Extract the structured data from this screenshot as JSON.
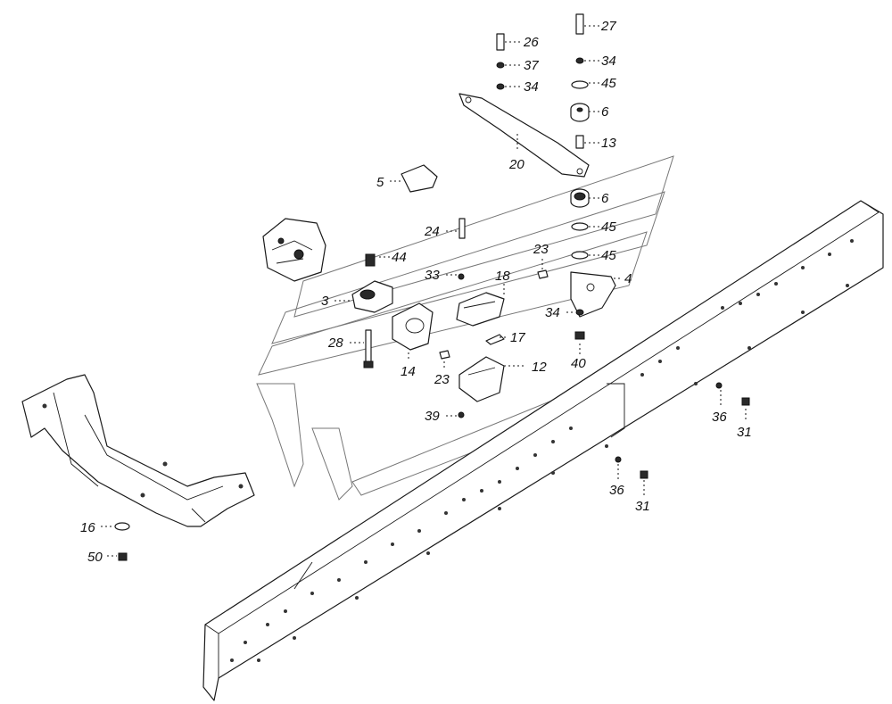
{
  "callouts": [
    {
      "id": "c26",
      "text": "26"
    },
    {
      "id": "c37",
      "text": "37"
    },
    {
      "id": "c34a",
      "text": "34"
    },
    {
      "id": "c27",
      "text": "27"
    },
    {
      "id": "c34b",
      "text": "34"
    },
    {
      "id": "c45a",
      "text": "45"
    },
    {
      "id": "c6a",
      "text": "6"
    },
    {
      "id": "c13",
      "text": "13"
    },
    {
      "id": "c20",
      "text": "20"
    },
    {
      "id": "c5",
      "text": "5"
    },
    {
      "id": "c6b",
      "text": "6"
    },
    {
      "id": "c45b",
      "text": "45"
    },
    {
      "id": "c24",
      "text": "24"
    },
    {
      "id": "c45c",
      "text": "45"
    },
    {
      "id": "c23a",
      "text": "23"
    },
    {
      "id": "c44",
      "text": "44"
    },
    {
      "id": "c4",
      "text": "4"
    },
    {
      "id": "c33",
      "text": "33"
    },
    {
      "id": "c18",
      "text": "18"
    },
    {
      "id": "c3",
      "text": "3"
    },
    {
      "id": "c34c",
      "text": "34"
    },
    {
      "id": "c17",
      "text": "17"
    },
    {
      "id": "c28",
      "text": "28"
    },
    {
      "id": "c40",
      "text": "40"
    },
    {
      "id": "c14",
      "text": "14"
    },
    {
      "id": "c12",
      "text": "12"
    },
    {
      "id": "c23b",
      "text": "23"
    },
    {
      "id": "c39",
      "text": "39"
    },
    {
      "id": "c36a",
      "text": "36"
    },
    {
      "id": "c31a",
      "text": "31"
    },
    {
      "id": "c36b",
      "text": "36"
    },
    {
      "id": "c31b",
      "text": "31"
    },
    {
      "id": "c16",
      "text": "16"
    },
    {
      "id": "c50",
      "text": "50"
    }
  ]
}
